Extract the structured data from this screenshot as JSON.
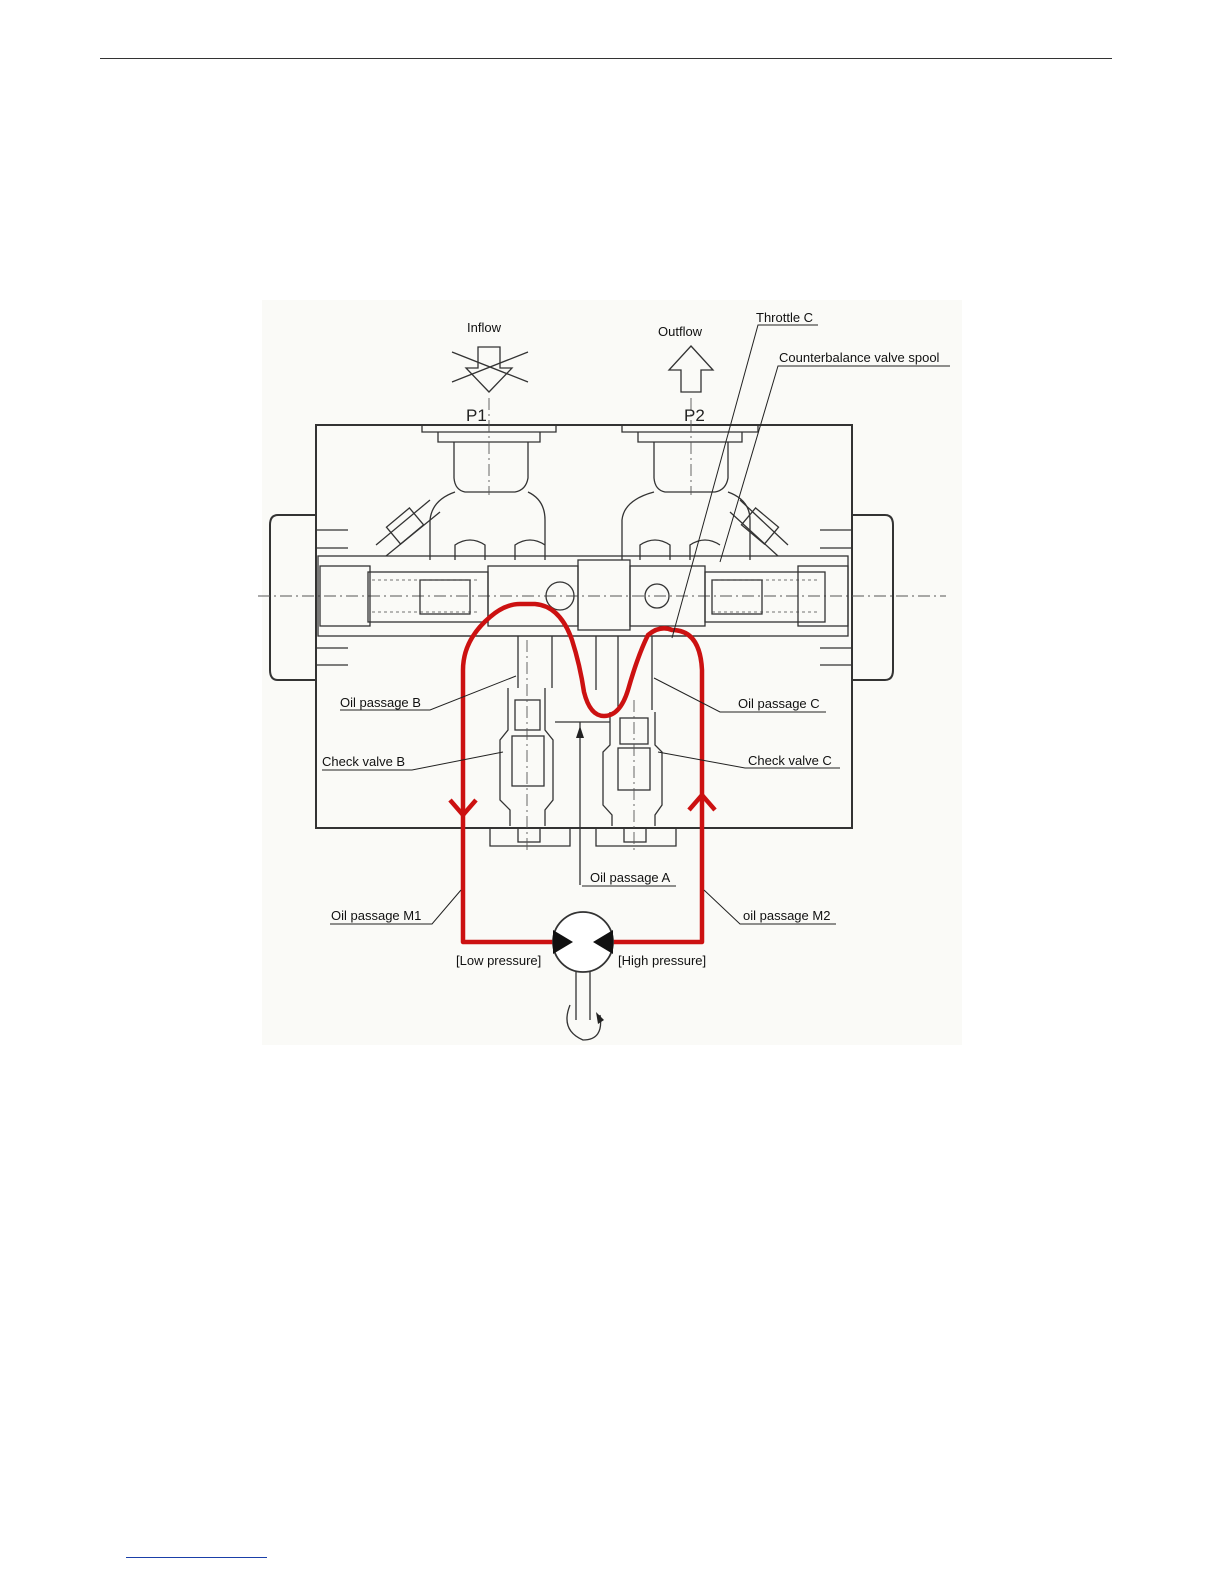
{
  "diagram": {
    "ports": {
      "inflow": "Inflow",
      "outflow": "Outflow",
      "p1": "P1",
      "p2": "P2"
    },
    "labels": {
      "throttle_c": "Throttle C",
      "counterbalance_spool": "Counterbalance valve spool",
      "oil_passage_b": "Oil passage B",
      "oil_passage_c": "Oil passage C",
      "check_valve_b": "Check valve B",
      "check_valve_c": "Check valve C",
      "oil_passage_a": "Oil passage A",
      "oil_passage_m1": "Oil passage M1",
      "oil_passage_m2": "oil passage M2",
      "low_pressure": "[Low pressure]",
      "high_pressure": "[High pressure]"
    },
    "colors": {
      "flow_path": "#cc1111",
      "drawing_line": "#333333",
      "header_rule": "#333333",
      "footer_rule": "#1a3fa8"
    }
  }
}
